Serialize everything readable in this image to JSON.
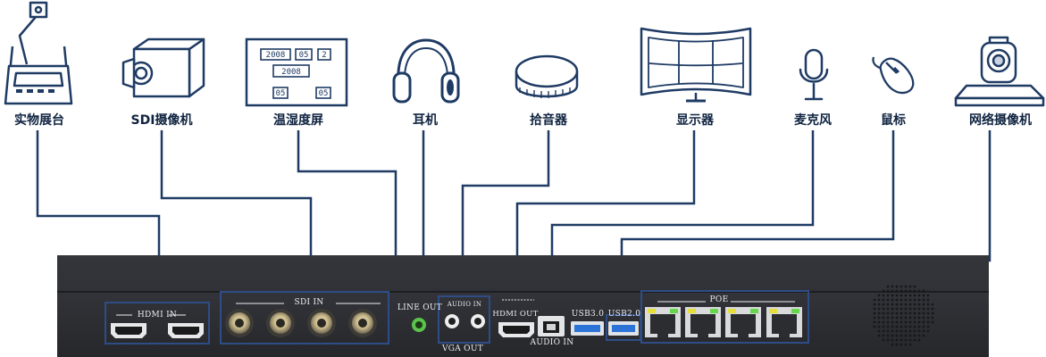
{
  "devices": [
    {
      "id": "visualizer",
      "label": "实物展台",
      "icon": "document-camera-icon"
    },
    {
      "id": "sdi-camera",
      "label": "SDI摄像机",
      "icon": "box-camera-icon"
    },
    {
      "id": "hygrometer-screen",
      "label": "温湿度屏",
      "icon": "temperature-humidity-display-icon"
    },
    {
      "id": "headphones",
      "label": "耳机",
      "icon": "headphones-icon"
    },
    {
      "id": "pickup",
      "label": "拾音器",
      "icon": "audio-pickup-icon"
    },
    {
      "id": "display",
      "label": "显示器",
      "icon": "monitor-icon"
    },
    {
      "id": "microphone",
      "label": "麦克风",
      "icon": "microphone-icon"
    },
    {
      "id": "mouse",
      "label": "鼠标",
      "icon": "mouse-icon"
    },
    {
      "id": "ip-camera",
      "label": "网络摄像机",
      "icon": "ptz-camera-icon"
    }
  ],
  "display_readout": {
    "top_left": "2008",
    "top_mid": "05",
    "top_right": "2",
    "middle": "2008",
    "bottom_left": "05",
    "bottom_right": "05"
  },
  "panel": {
    "hdmi_in": "HDMI  IN",
    "sdi_in": "SDI  IN",
    "line_out": "LINE OUT",
    "audio_in_top": "AUDIO IN",
    "vga_out": "VGA OUT",
    "hdmi_out": "HDMI OUT",
    "audio_in": "AUDIO IN",
    "usb3": "USB3.0",
    "usb2": "USB2.0",
    "poe": "POE"
  },
  "colors": {
    "line": "#1f3b64",
    "panel": "#2b2c31",
    "highlight": "#2e4d87",
    "led_green": "#64d84a",
    "led_yellow": "#e6de3a"
  }
}
